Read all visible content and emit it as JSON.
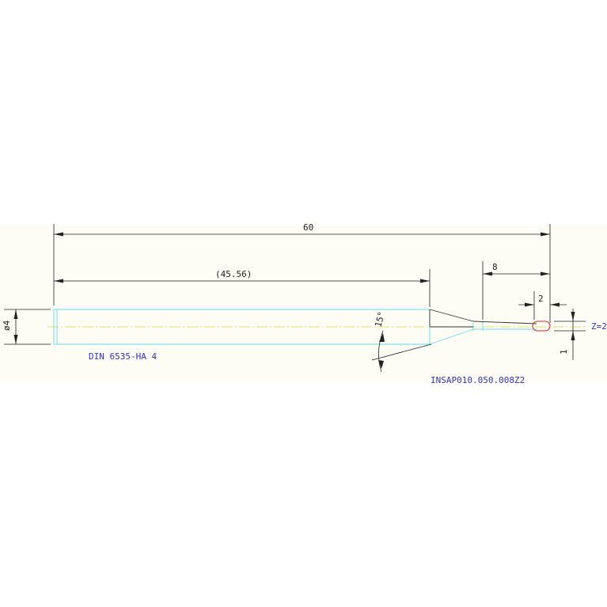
{
  "dimensions": {
    "overall_length": "60",
    "shank_length": "(45.56)",
    "neck_length": "8",
    "cut_length": "2",
    "diameter": "ø4",
    "angle": "15°",
    "tip_offset": "1"
  },
  "labels": {
    "shank_standard": "DIN 6535-HA 4",
    "part_number": "INSAP010.050.008Z2",
    "flutes": "Z=2"
  },
  "colors": {
    "tool_outline": "#66ddee",
    "centerline": "#e8e070",
    "dimension": "#222222",
    "annotation": "#3333cc",
    "cutting_edge": "#dd2222",
    "background_band": "#fdfcf5"
  }
}
